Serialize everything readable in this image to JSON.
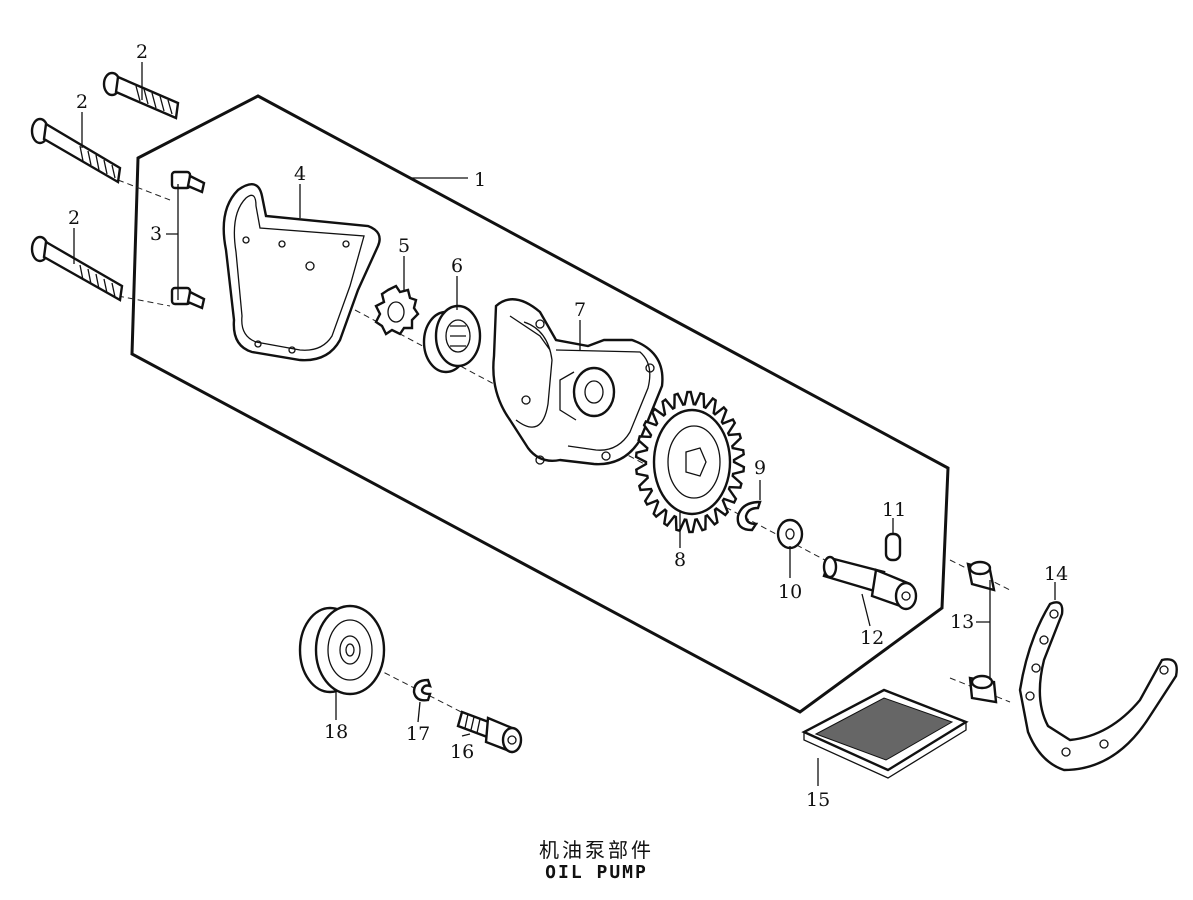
{
  "diagram": {
    "callouts": {
      "c1": "1",
      "c2a": "2",
      "c2b": "2",
      "c2c": "2",
      "c3": "3",
      "c4": "4",
      "c5": "5",
      "c6": "6",
      "c7": "7",
      "c8": "8",
      "c9": "9",
      "c10": "10",
      "c11": "11",
      "c12": "12",
      "c13": "13",
      "c14": "14",
      "c15": "15",
      "c16": "16",
      "c17": "17",
      "c18": "18"
    },
    "caption_zh": "机油泵部件",
    "caption_en": "OIL PUMP"
  }
}
